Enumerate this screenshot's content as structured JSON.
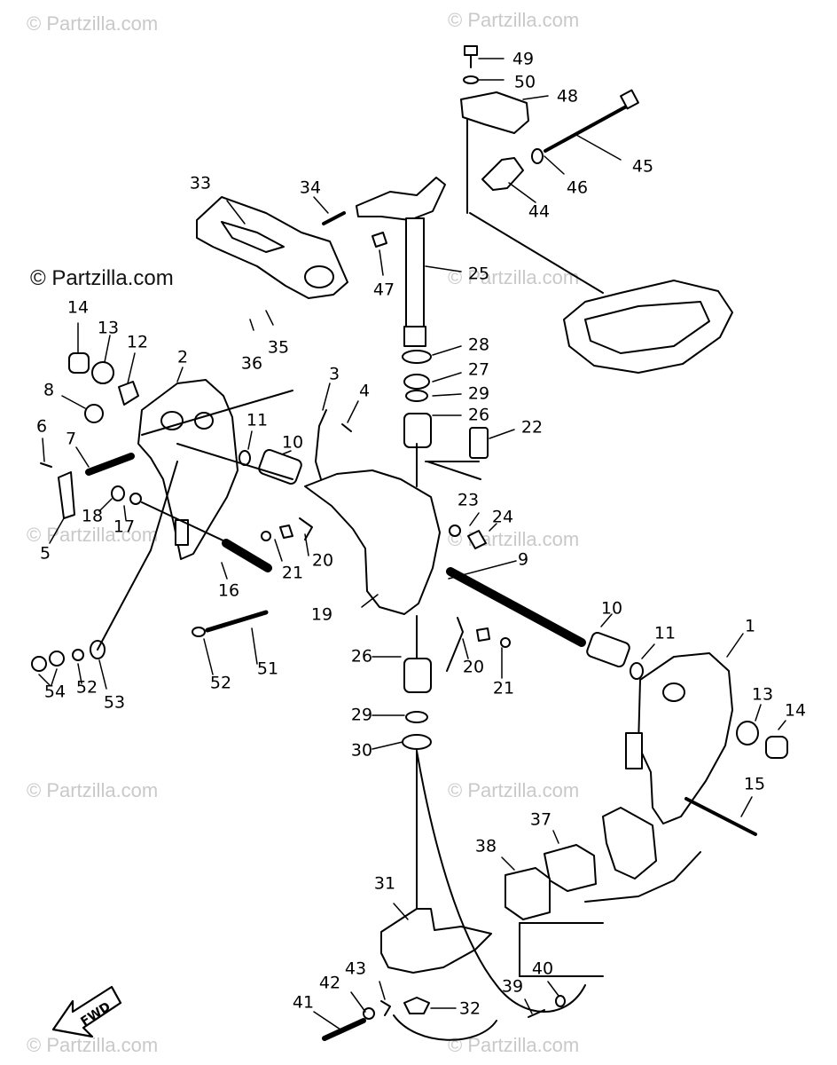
{
  "brand_text": "© Partzilla.com",
  "watermark_text": "© Partzilla.com",
  "fwd_label": "FWD",
  "colors": {
    "line": "#000000",
    "watermark": "#c9c9c9",
    "background": "#ffffff"
  },
  "callouts": [
    "1",
    "2",
    "3",
    "4",
    "5",
    "6",
    "7",
    "8",
    "9",
    "10",
    "11",
    "12",
    "13",
    "14",
    "15",
    "16",
    "17",
    "18",
    "19",
    "20",
    "21",
    "22",
    "23",
    "24",
    "25",
    "26",
    "27",
    "28",
    "29",
    "30",
    "31",
    "32",
    "33",
    "34",
    "35",
    "36",
    "37",
    "38",
    "39",
    "40",
    "41",
    "42",
    "43",
    "44",
    "45",
    "46",
    "47",
    "48",
    "49",
    "50",
    "51",
    "52",
    "53",
    "54"
  ],
  "labels": {
    "l1": "1",
    "l2": "2",
    "l3": "3",
    "l4": "4",
    "l5": "5",
    "l6": "6",
    "l7": "7",
    "l8": "8",
    "l9": "9",
    "l10a": "10",
    "l10b": "10",
    "l11a": "11",
    "l11b": "11",
    "l12": "12",
    "l13a": "13",
    "l13b": "13",
    "l14a": "14",
    "l14b": "14",
    "l15": "15",
    "l16": "16",
    "l17": "17",
    "l18": "18",
    "l19": "19",
    "l20a": "20",
    "l20b": "20",
    "l21a": "21",
    "l21b": "21",
    "l22": "22",
    "l23": "23",
    "l24": "24",
    "l25": "25",
    "l26a": "26",
    "l26b": "26",
    "l27": "27",
    "l28": "28",
    "l29a": "29",
    "l29b": "29",
    "l30": "30",
    "l31": "31",
    "l32": "32",
    "l33": "33",
    "l34": "34",
    "l35": "35",
    "l36": "36",
    "l37": "37",
    "l38": "38",
    "l39": "39",
    "l40": "40",
    "l41": "41",
    "l42": "42",
    "l43": "43",
    "l44": "44",
    "l45": "45",
    "l46": "46",
    "l47": "47",
    "l48": "48",
    "l49": "49",
    "l50": "50",
    "l51": "51",
    "l52a": "52",
    "l52b": "52",
    "l53": "53",
    "l54": "54"
  }
}
